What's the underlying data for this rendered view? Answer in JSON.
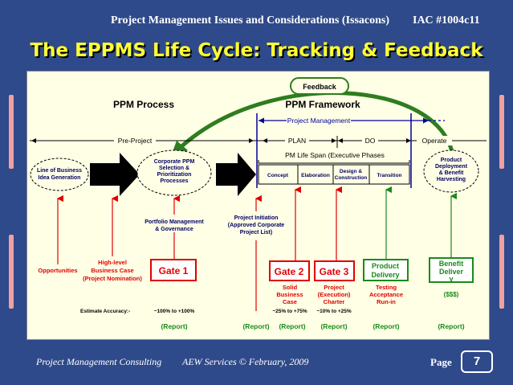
{
  "header": {
    "subtitle": "Project Management Issues and Considerations (Issacons)",
    "doc_id": "IAC #1004c11"
  },
  "slide_title": "The EPPMS Life Cycle: Tracking & Feedback",
  "diagram": {
    "feedback": "Feedback",
    "ppm_process": "PPM Process",
    "ppm_framework": "PPM Framework",
    "project_management": "Project Management",
    "pre_project": "Pre-Project",
    "plan": "PLAN",
    "do": "DO",
    "operate": "Operate",
    "pm_life_span": "PM Life Span (Executive Phases",
    "ellipse_lob_1": "Line of Business",
    "ellipse_lob_2": "Idea Generation",
    "ellipse_corp_1": "Corporate PPM",
    "ellipse_corp_2": "Selection &",
    "ellipse_corp_3": "Prioritization",
    "ellipse_corp_4": "Processes",
    "phase_concept": "Concept",
    "phase_elaboration": "Elaboration",
    "phase_design_1": "Design &",
    "phase_design_2": "Construction",
    "phase_transition": "Transition",
    "ellipse_product_1": "Product",
    "ellipse_product_2": "Deployment",
    "ellipse_product_3": "& Benefit",
    "ellipse_product_4": "Harvesting",
    "portfolio_1": "Portfolio Management",
    "portfolio_2": "& Governance",
    "initiation_1": "Project Initiation",
    "initiation_2": "(Approved Corporate",
    "initiation_3": "Project List)",
    "opportunities": "Opportunities",
    "hl_case_1": "High-level",
    "hl_case_2": "Business Case",
    "hl_case_3": "(Project Nomination)",
    "gate1": "Gate 1",
    "gate2": "Gate 2",
    "gate3": "Gate 3",
    "product_delivery_1": "Product",
    "product_delivery_2": "Delivery",
    "benefit_delivery_1": "Benefit",
    "benefit_delivery_2": "Deliver",
    "benefit_delivery_3": "y",
    "solid_1": "Solid",
    "solid_2": "Business",
    "solid_3": "Case",
    "charter_1": "Project",
    "charter_2": "(Execution)",
    "charter_3": "Charter",
    "testing_1": "Testing",
    "testing_2": "Acceptance",
    "testing_3": "Run-in",
    "money": "($$$)",
    "estimate_accuracy": "Estimate Accuracy:-",
    "acc_1": "~100% to +100%",
    "acc_2": "~25% to +75%",
    "acc_3": "~10% to +25%",
    "report": "(Report)"
  },
  "footer": {
    "left": "Project Management Consulting",
    "center": "AEW Services © February, 2009",
    "page_label": "Page",
    "page_number": "7"
  },
  "colors": {
    "background": "#2f4a8a",
    "title": "#ffff33",
    "panel": "#ffffe6",
    "feedback_arrow": "#2e7d1e",
    "gate_red": "#e00000",
    "delivery_green": "#1a8a1a",
    "project_mgmt_blue": "#000099"
  }
}
